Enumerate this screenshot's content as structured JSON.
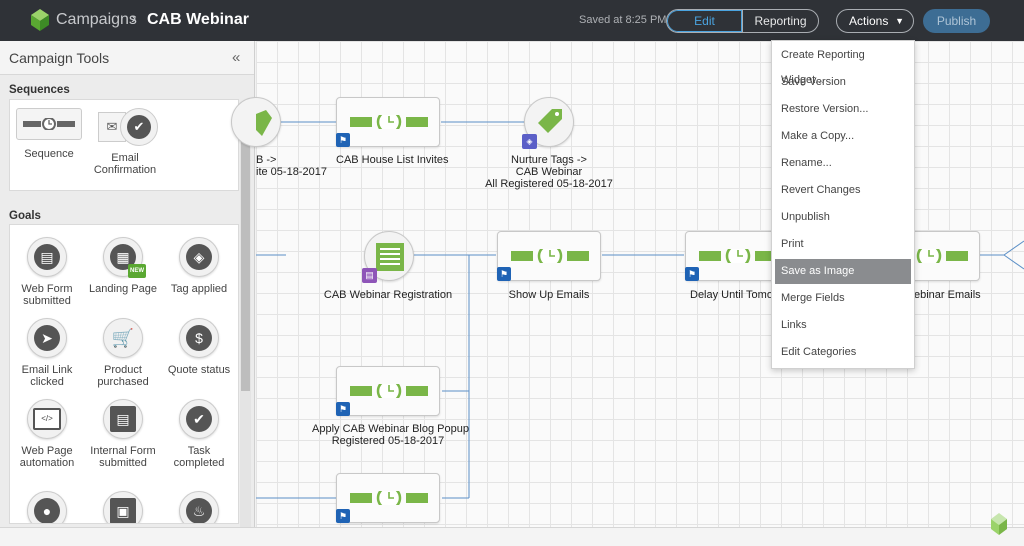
{
  "header": {
    "breadcrumb_root": "Campaigns",
    "separator": "›",
    "title": "CAB Webinar",
    "saved_status": "Saved at 8:25 PM",
    "tabs": [
      {
        "label": "Edit"
      },
      {
        "label": "Reporting"
      }
    ],
    "actions_label": "Actions",
    "publish_label": "Publish"
  },
  "panel": {
    "title": "Campaign Tools",
    "collapse_glyph": "«",
    "sequences_title": "Sequences",
    "sequences": [
      {
        "label": "Sequence"
      },
      {
        "label": "Email Confirmation"
      }
    ],
    "goals_title": "Goals",
    "goals": [
      {
        "label": "Web Form submitted",
        "icon": "web-form-icon",
        "glyph": "▤"
      },
      {
        "label": "Landing Page",
        "icon": "landing-page-icon",
        "glyph": "▦",
        "badge": "NEW"
      },
      {
        "label": "Tag applied",
        "icon": "tag-icon",
        "glyph": "◈"
      },
      {
        "label": "Email Link clicked",
        "icon": "cursor-icon",
        "glyph": "➤"
      },
      {
        "label": "Product purchased",
        "icon": "cart-icon",
        "glyph": "🛒"
      },
      {
        "label": "Quote status",
        "icon": "dollar-icon",
        "glyph": "$"
      },
      {
        "label": "Web Page automation",
        "icon": "code-icon",
        "glyph": "</>"
      },
      {
        "label": "Internal Form submitted",
        "icon": "form-icon",
        "glyph": "▤"
      },
      {
        "label": "Task completed",
        "icon": "check-icon",
        "glyph": "✔"
      },
      {
        "label": "",
        "icon": "person-icon",
        "glyph": "●"
      },
      {
        "label": "",
        "icon": "contact-card-icon",
        "glyph": "▣"
      },
      {
        "label": "",
        "icon": "flame-icon",
        "glyph": "♨"
      }
    ]
  },
  "canvas": {
    "nodes": [
      {
        "label1": "CAB House List Invites"
      },
      {
        "label1": "Nurture Tags ->",
        "label2": "CAB Webinar",
        "label3": "All Registered 05-18-2017"
      },
      {
        "label1": "CAB Webinar Registration"
      },
      {
        "label1": "Show Up Emails"
      },
      {
        "label1": "Delay Until Tomorr"
      },
      {
        "label1": "ebinar Emails"
      },
      {
        "label1": "Apply CAB Webinar Blog Popup",
        "label2": "Registered 05-18-2017"
      },
      {
        "label1": "B ->",
        "label2": "ite 05-18-2017"
      }
    ]
  },
  "menu": {
    "items": [
      {
        "label": "Create Reporting Widget..."
      },
      {
        "label": "Save Version"
      },
      {
        "label": "Restore Version..."
      },
      {
        "label": "Make a Copy..."
      },
      {
        "label": "Rename..."
      },
      {
        "label": "Revert Changes"
      },
      {
        "label": "Unpublish"
      },
      {
        "label": "Print"
      },
      {
        "label": "Save as Image"
      },
      {
        "label": "Merge Fields"
      },
      {
        "label": "Links"
      },
      {
        "label": "Edit Categories"
      }
    ],
    "active_index": 8
  },
  "colors": {
    "header_bg": "#2f3237",
    "accent_blue": "#4aa3df",
    "sequence_green": "#7ab648",
    "flag_blue": "#1f63b5",
    "menu_active": "#8a8c8f"
  }
}
